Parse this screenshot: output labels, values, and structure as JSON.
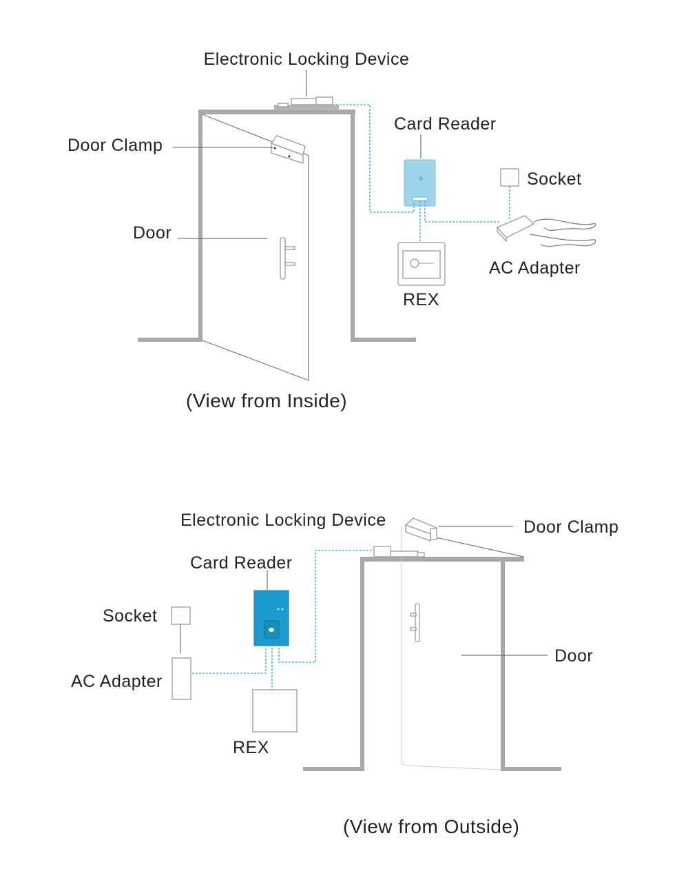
{
  "inside_view": {
    "caption": "(View from Inside)",
    "labels": {
      "locking_device": "Electronic Locking Device",
      "door_clamp": "Door Clamp",
      "card_reader": "Card Reader",
      "socket": "Socket",
      "door": "Door",
      "ac_adapter": "AC Adapter",
      "rex": "REX"
    }
  },
  "outside_view": {
    "caption": "(View from Outside)",
    "labels": {
      "locking_device": "Electronic Locking Device",
      "door_clamp": "Door Clamp",
      "card_reader": "Card Reader",
      "socket": "Socket",
      "door": "Door",
      "ac_adapter": "AC Adapter",
      "rex": "REX"
    }
  },
  "colors": {
    "wire": "#4fb6dc",
    "card_reader_inside": "#9fd5ea",
    "card_reader_outside": "#1b9ccc",
    "wall": "#a8a8a8"
  }
}
